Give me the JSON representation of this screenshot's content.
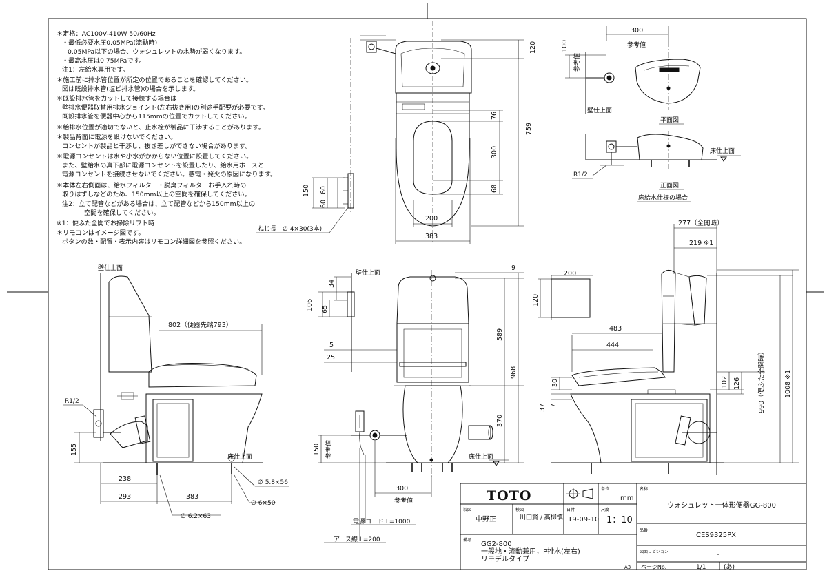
{
  "notes": [
    "＊定格：AC100V-410W 50/60Hz",
    "・最低必要水圧0.05MPa(流動時)",
    "0.05MPa以下の場合、ウォシュレットの水勢が弱くなります。",
    "・最高水圧は0.75MPaです。",
    "注1：左給水専用です。",
    "＊施工前に排水管位置が所定の位置であることを確認してください。",
    "図は既設排水管(塩ビ排水管)の場合を示します。",
    "＊既設排水管をカットして接続する場合は",
    "壁排水便器取替用排水ジョイント(左右抜き用)の別途手配要が必要です。",
    "既設排水管を便器中心から115mmの位置でカットしてください。",
    "＊給排水位置が適切でないと、止水栓が製品に干渉することがあります。",
    "＊製品背面に電源を設けないでください。",
    "コンセントが製品と干渉し、抜き差しができない場合があります。",
    "＊電源コンセントは水や小水がかからない位置に設置してください。",
    "また、壁給水の真下部に電源コンセントを設置したり、給水用ホースと",
    "電源コンセントを接続させないでください。感電・発火の原因になります。",
    "＊本体左右側面は、給水フィルター・脱臭フィルターお手入れ時の",
    "取りはずしなどのため、150mm以上の空間を確保してください。",
    "注2：立て配管などがある場合は、立て配管などから150mm以上の",
    "空間を確保してください。",
    "※1：便ふた全開でお掃除リフト時",
    "＊リモコンはイメージ図です。",
    "ボタンの数・配置・表示内容はリモコン詳細図を参照ください。"
  ],
  "top_view": {
    "dims": [
      "120",
      "759",
      "76",
      "300",
      "68",
      "200",
      "383",
      "150",
      "60",
      "60"
    ],
    "screw_note": "ねじ長　∅ 4×30(3本)"
  },
  "plan_view": {
    "dims": [
      "300",
      "100"
    ],
    "ref": "参考値",
    "wall": "壁仕上面",
    "title": "平面図"
  },
  "front_small": {
    "floor": "床仕上面",
    "r12": "R1/2",
    "title": "正面図",
    "subtitle": "床給水仕様の場合"
  },
  "side_left": {
    "wall": "壁仕上面",
    "length": "802（便器先端793）",
    "r12": "R1/2",
    "floor": "床仕上面",
    "dims": [
      "155",
      "238",
      "293",
      "383"
    ],
    "holes": [
      "∅ 5.8×56",
      "∅ 6×50",
      "∅ 6.2×63"
    ]
  },
  "front_view": {
    "wall": "壁仕上面",
    "dims": [
      "9",
      "34",
      "106",
      "65",
      "5",
      "25",
      "589",
      "968",
      "370",
      "150",
      "300"
    ],
    "ref": "参考値",
    "floor": "床仕上面",
    "cord": "電源コード L=1000",
    "earth": "アース線 L=200"
  },
  "side_right": {
    "dims": [
      "277（全開時）",
      "219 ※1",
      "200",
      "120",
      "483",
      "444",
      "30",
      "37",
      "7",
      "102",
      "126",
      "990（便ふた全開時）",
      "1008 ※1"
    ]
  },
  "title_block": {
    "brand": "TOTO",
    "unit_label": "単位",
    "unit": "mm",
    "name_label": "名称",
    "name": "ウォシュレット一体形便器GG-800",
    "draw_label": "製図",
    "draw_name": "中野正",
    "check_label": "検図",
    "check_names": "川田賢 / 高柳慎",
    "date_label": "日付",
    "date": "19-09-10",
    "scale_label": "尺度",
    "scale": "1：10",
    "code_label": "品番",
    "code": "CES9325PX",
    "rev_label": "図面リビジョン",
    "rev": "-",
    "remarks_label": "備考",
    "remarks": [
      "GG2-800",
      "一般地・流動兼用，P排水(左右)",
      "リモデルタイプ"
    ],
    "paper": "A3",
    "page_label": "ページNo.",
    "page": "1/1",
    "stamp": "(あ)"
  }
}
